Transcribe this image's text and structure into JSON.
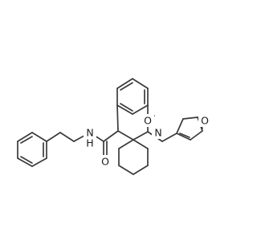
{
  "molecule": {
    "atoms": {
      "carbonyl_oxygen": "O",
      "ring_nitrogen": "N",
      "furan_oxygen": "O",
      "amide_nitrogen": "N",
      "amide_hydrogen": "H",
      "amide_oxygen": "O"
    }
  }
}
